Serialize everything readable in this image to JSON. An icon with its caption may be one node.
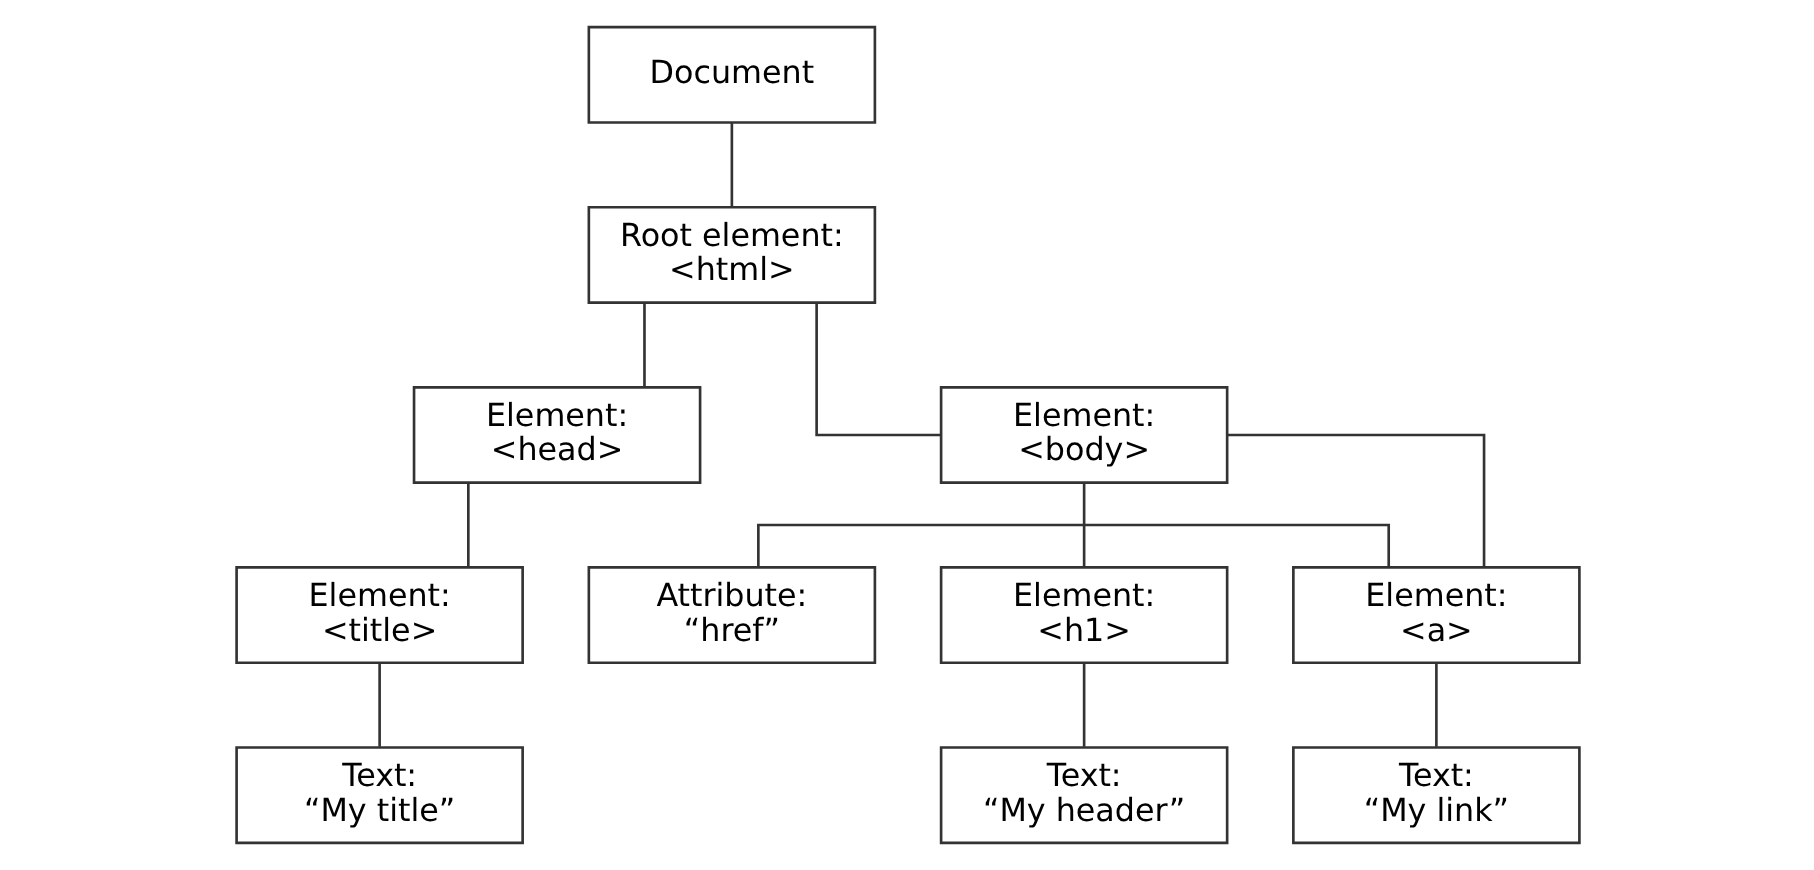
{
  "diagram": {
    "nodes": [
      {
        "text": [
          "Document"
        ]
      },
      {
        "text": [
          "Root element:",
          "<html>"
        ]
      },
      {
        "text": [
          "Element:",
          "<head>"
        ]
      },
      {
        "text": [
          "Element:",
          "<body>"
        ]
      },
      {
        "text": [
          "Element:",
          "<title>"
        ]
      },
      {
        "text": [
          "Attribute:",
          "“href”"
        ]
      },
      {
        "text": [
          "Element:",
          "<a>"
        ]
      },
      {
        "text": [
          "Element:",
          "<h1>"
        ]
      },
      {
        "text": [
          "Text:",
          "“My title”"
        ]
      },
      {
        "text": [
          "Text:",
          "“My link”"
        ]
      },
      {
        "text": [
          "Text:",
          "“My header”"
        ]
      }
    ],
    "edges": [
      {
        "from": 0,
        "to": 1,
        "arrow": "none"
      },
      {
        "from": 1,
        "to": 2,
        "arrow": "none"
      },
      {
        "from": 1,
        "to": 3,
        "arrow": "none"
      },
      {
        "from": 2,
        "to": 4,
        "arrow": "none"
      },
      {
        "from": 3,
        "to": 6,
        "arrow": "none"
      },
      {
        "from": 3,
        "to": 7,
        "arrow": "none"
      },
      {
        "from": 5,
        "to": 6,
        "arrow": "none"
      },
      {
        "from": 4,
        "to": 8,
        "arrow": "none"
      },
      {
        "from": 6,
        "to": 9,
        "arrow": "none"
      },
      {
        "from": 7,
        "to": 10,
        "arrow": "none"
      }
    ]
  }
}
